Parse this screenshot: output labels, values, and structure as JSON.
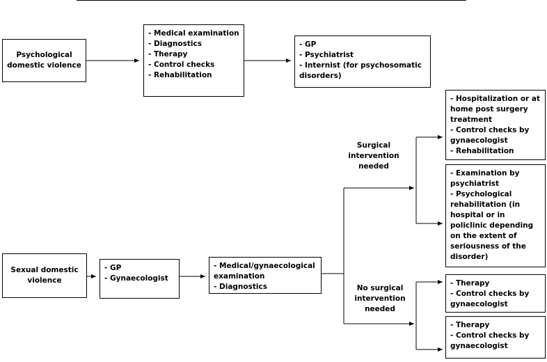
{
  "sources": {
    "psychological": "Psychological domestic violence",
    "sexual": "Sexual domestic violence"
  },
  "psych_services": [
    "- Medical examination",
    "- Diagnostics",
    "- Therapy",
    "- Control checks",
    "- Rehabilitation"
  ],
  "psych_specialists": [
    "- GP",
    "- Psychiatrist",
    "- Internist (for psychosomatic disorders)"
  ],
  "sexual_first": [
    "- GP",
    "- Gynaecologist"
  ],
  "sexual_exam": [
    "- Medical/gynaecological examination",
    "- Diagnostics"
  ],
  "branches": {
    "surgical": "Surgical intervention needed",
    "no_surgical": "No surgical intervention needed"
  },
  "surgical_outcomes": {
    "a": [
      "- Hospitalization or at home post surgery treatment",
      "- Control checks by gynaecologist",
      "- Rehabilitation"
    ],
    "b": [
      "- Examination by psychiatrist",
      "- Psychological rehabilitation (in hospital or in policlinic depending on the extent of seriousness of the disorder)"
    ]
  },
  "nonsurgical_outcomes": {
    "a": [
      "- Therapy",
      "- Control checks by gynaecologist"
    ],
    "b": [
      "- Therapy",
      "- Control checks by gynaecologist"
    ]
  }
}
